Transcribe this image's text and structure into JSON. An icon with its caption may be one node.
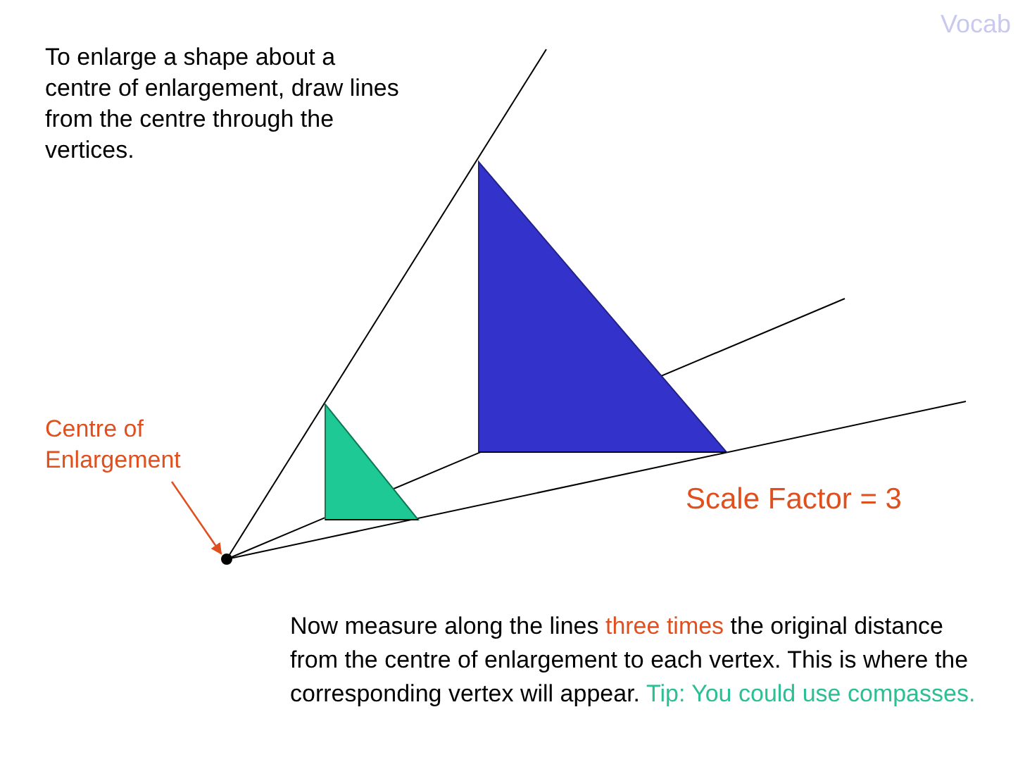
{
  "diagram": {
    "nodes": [
      {
        "text": [
          "Centre of Enlargement"
        ]
      },
      {
        "text": [],
        "shape": "circle"
      },
      {
        "text": [],
        "shape": "triangle"
      },
      {
        "text": [],
        "shape": "triangle"
      }
    ],
    "edges": [
      {
        "from": 0,
        "to": 1,
        "arrow": "to",
        "color": "#e0501f"
      }
    ],
    "labels": [
      "Vocab",
      "To enlarge a shape about a centre of enlargement, draw lines from the centre through the vertices.",
      "Scale Factor = 3",
      "Now measure along the lines",
      "three times",
      "the original distance from the centre of enlargement to each vertex. This is where the corresponding vertex will appear.",
      "Tip: You could use compasses."
    ]
  }
}
